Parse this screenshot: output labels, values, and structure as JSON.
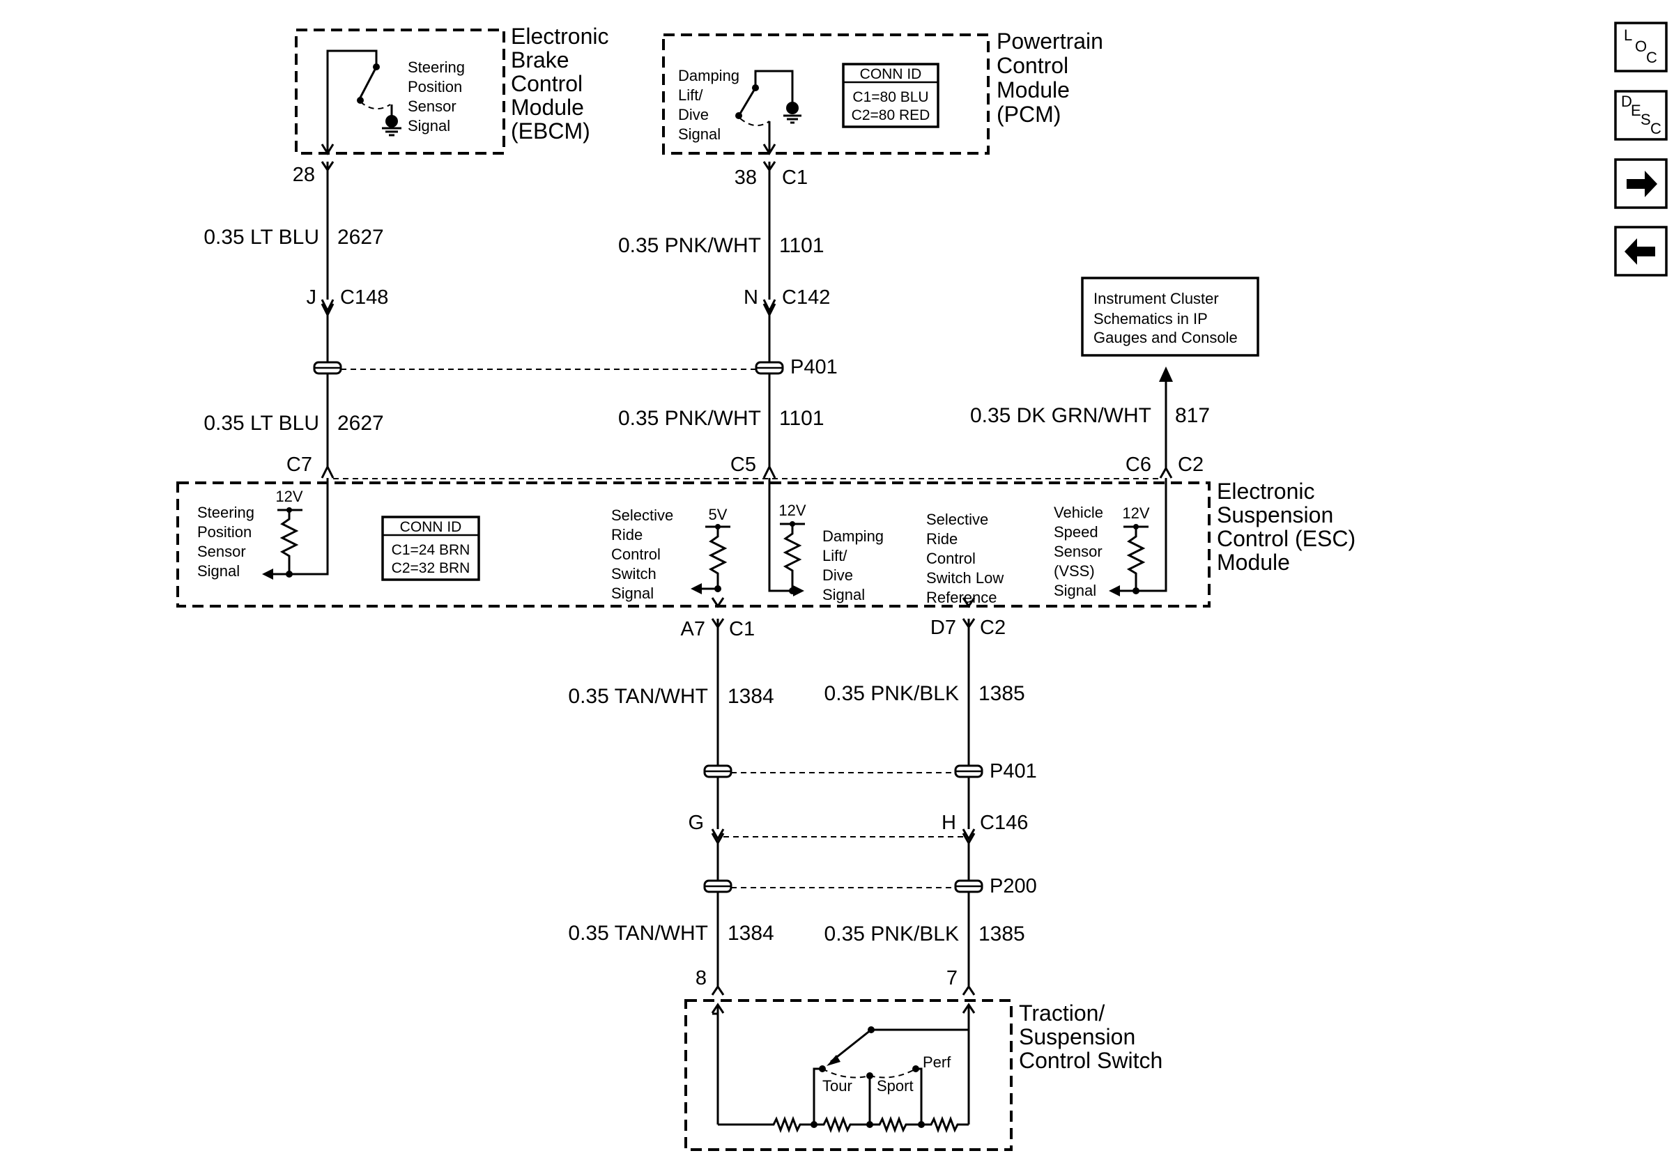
{
  "modules": {
    "ebcm": {
      "title_lines": [
        "Electronic",
        "Brake",
        "Control",
        "Module",
        "(EBCM)"
      ],
      "signal_lines": [
        "Steering",
        "Position",
        "Sensor",
        "Signal"
      ]
    },
    "pcm": {
      "title_lines": [
        "Powertrain",
        "Control",
        "Module",
        "(PCM)"
      ],
      "signal_lines": [
        "Damping",
        "Lift/",
        "Dive",
        "Signal"
      ],
      "conn_id": {
        "header": "CONN ID",
        "lines": [
          "C1=80 BLU",
          "C2=80 RED"
        ]
      }
    },
    "esc": {
      "title_lines": [
        "Electronic",
        "Suspension",
        "Control (ESC)",
        "Module"
      ],
      "conn_id": {
        "header": "CONN ID",
        "lines": [
          "C1=24 BRN",
          "C2=32 BRN"
        ]
      },
      "steering_lines": [
        "Steering",
        "Position",
        "Sensor",
        "Signal"
      ],
      "steering_voltage": "12V",
      "selective_signal_lines": [
        "Selective",
        "Ride",
        "Control",
        "Switch",
        "Signal"
      ],
      "selective_voltage": "5V",
      "damping_lines": [
        "Damping",
        "Lift/",
        "Dive",
        "Signal"
      ],
      "damping_voltage": "12V",
      "low_ref_lines": [
        "Selective",
        "Ride",
        "Control",
        "Switch Low",
        "Reference"
      ],
      "vss_lines": [
        "Vehicle",
        "Speed",
        "Sensor",
        "(VSS)",
        "Signal"
      ],
      "vss_voltage": "12V"
    },
    "switch": {
      "title_lines": [
        "Traction/",
        "Suspension",
        "Control Switch"
      ],
      "positions": [
        "Tour",
        "Sport",
        "Perf"
      ]
    },
    "cluster_ref": {
      "lines": [
        "Instrument Cluster",
        "Schematics in IP",
        "Gauges and Console"
      ]
    }
  },
  "pins": {
    "ebcm_pin": "28",
    "pcm_pin": "38",
    "pcm_conn": "C1",
    "esc_c7": "C7",
    "esc_c5": "C5",
    "esc_c6": "C6",
    "esc_c2_top": "C2",
    "esc_a7": "A7",
    "esc_c1_bottom": "C1",
    "esc_d7": "D7",
    "esc_c2_bottom": "C2",
    "switch_pin_8": "8",
    "switch_pin_7": "7"
  },
  "connectors": {
    "c148_pin": "J",
    "c148": "C148",
    "c142_pin": "N",
    "c142": "C142",
    "c146_pin_g": "G",
    "c146_pin_h": "H",
    "c146": "C146"
  },
  "splices": {
    "p401_top": "P401",
    "p401_bottom": "P401",
    "p200": "P200"
  },
  "wires": [
    {
      "gauge_color": "0.35 LT BLU",
      "circuit": "2627"
    },
    {
      "gauge_color": "0.35 LT BLU",
      "circuit": "2627"
    },
    {
      "gauge_color": "0.35 PNK/WHT",
      "circuit": "1101"
    },
    {
      "gauge_color": "0.35 PNK/WHT",
      "circuit": "1101"
    },
    {
      "gauge_color": "0.35 DK GRN/WHT",
      "circuit": "817"
    },
    {
      "gauge_color": "0.35 TAN/WHT",
      "circuit": "1384"
    },
    {
      "gauge_color": "0.35 PNK/BLK",
      "circuit": "1385"
    },
    {
      "gauge_color": "0.35 TAN/WHT",
      "circuit": "1384"
    },
    {
      "gauge_color": "0.35 PNK/BLK",
      "circuit": "1385"
    }
  ],
  "nav": {
    "loc": [
      "L",
      "O",
      "C"
    ],
    "desc": [
      "D",
      "E",
      "S",
      "C"
    ],
    "forward": "right-arrow-icon",
    "back": "left-arrow-icon"
  }
}
